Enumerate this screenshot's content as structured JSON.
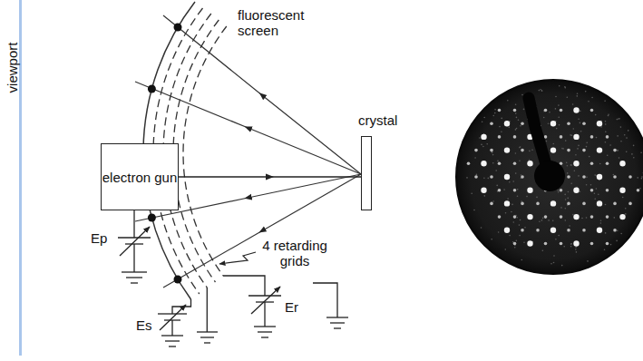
{
  "diagram": {
    "nodes": [
      {
        "text": [
          "electron gun"
        ]
      },
      {
        "text": [
          "crystal"
        ]
      }
    ],
    "edges": [
      {
        "from": 0,
        "to": 1,
        "arrow": "to"
      }
    ],
    "labels": [
      "viewport",
      "fluorescent screen",
      "4 retarding grids",
      "Ep",
      "Es",
      "Er"
    ]
  }
}
